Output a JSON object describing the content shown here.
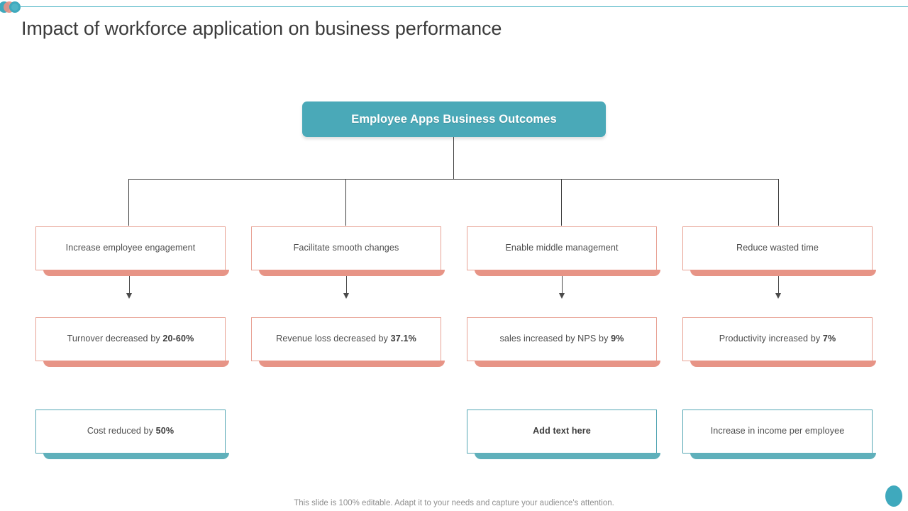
{
  "slide": {
    "title": "Impact of workforce application on business performance",
    "footer_note": "This slide is 100% editable. Adapt it to your needs and capture your audience's attention."
  },
  "theme": {
    "teal": "#4aa9b8",
    "teal_shadow": "#5fb0bb",
    "coral": "#e8a294",
    "coral_shadow": "#e79486",
    "text": "#4d4d4d",
    "title_text": "#3b3b3b",
    "line": "#3d3d3d"
  },
  "decorations": {
    "top_left_circles": [
      "teal-circle",
      "coral-circle",
      "teal-circle"
    ],
    "bottom_right_circle": "teal-circle"
  },
  "diagram": {
    "root": {
      "label": "Employee Apps Business Outcomes"
    },
    "branches": [
      {
        "driver": "Increase employee  engagement",
        "outcome_prefix": "Turnover  decreased by ",
        "outcome_value": "20-60%",
        "benefit_prefix": "Cost reduced by ",
        "benefit_value": "50%",
        "benefit_bold_all": false,
        "has_benefit": true
      },
      {
        "driver": "Facilitate smooth changes",
        "outcome_prefix": "Revenue  loss decreased by ",
        "outcome_value": "37.1%",
        "benefit_prefix": "",
        "benefit_value": "",
        "benefit_bold_all": false,
        "has_benefit": false
      },
      {
        "driver": "Enable middle management",
        "outcome_prefix": "sales increased by NPS by ",
        "outcome_value": "9%",
        "benefit_prefix": "Add text here",
        "benefit_value": "",
        "benefit_bold_all": true,
        "has_benefit": true
      },
      {
        "driver": "Reduce wasted time",
        "outcome_prefix": "Productivity increased by ",
        "outcome_value": "7%",
        "benefit_prefix": "Increase in income per employee",
        "benefit_value": "",
        "benefit_bold_all": false,
        "has_benefit": true
      }
    ]
  }
}
